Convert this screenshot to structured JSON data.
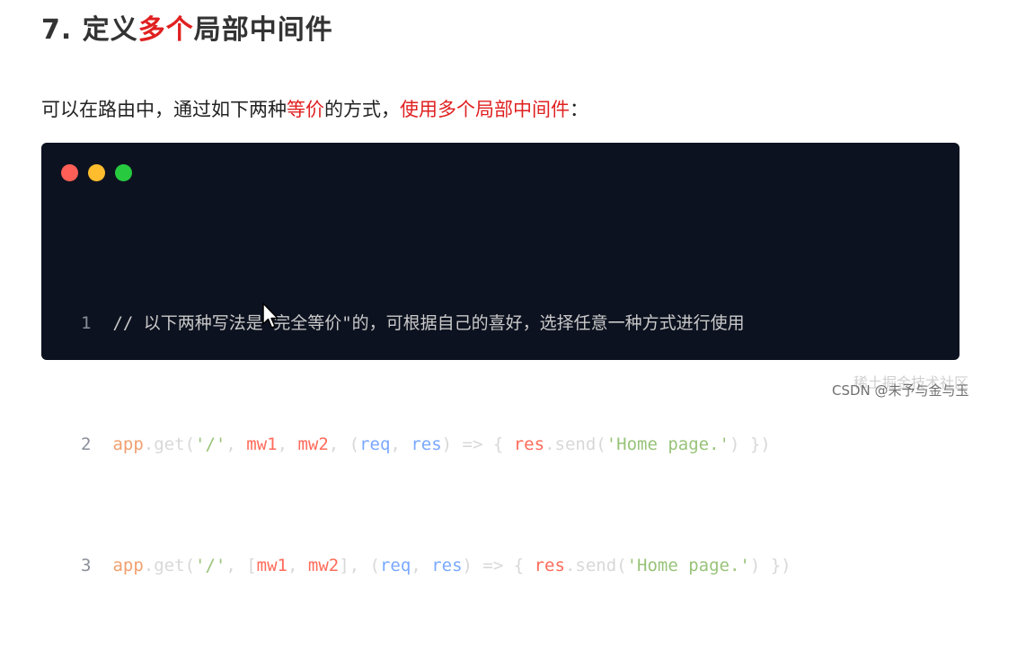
{
  "heading": {
    "prefix": "7. 定义",
    "highlight": "多个",
    "suffix": "局部中间件"
  },
  "intro": {
    "part1": "可以在路由中，通过如下两种",
    "highlight1": "等价",
    "part2": "的方式，",
    "highlight2": "使用多个局部中间件",
    "part3": "："
  },
  "code_panel": {
    "window_buttons": [
      "red",
      "yellow",
      "green"
    ],
    "lines": [
      {
        "number": "1",
        "comment": "// 以下两种写法是\"完全等价\"的，可根据自己的喜好，选择任意一种方式进行使用"
      },
      {
        "number": "2",
        "tokens": [
          "app",
          ".",
          "get",
          "(",
          "'/'",
          ", ",
          "mw1",
          ", ",
          "mw2",
          ", (",
          "req",
          ", ",
          "res",
          ") => { ",
          "res",
          ".send(",
          "'Home page.'",
          ") })"
        ]
      },
      {
        "number": "3",
        "tokens": [
          "app",
          ".",
          "get",
          "(",
          "'/'",
          ", [",
          "mw1",
          ", ",
          "mw2",
          "], (",
          "req",
          ", ",
          "res",
          ") => { ",
          "res",
          ".send(",
          "'Home page.'",
          ") })"
        ]
      }
    ]
  },
  "watermark": {
    "juejin": "稀土掘金技术社区",
    "csdn": "CSDN @未予与金与玉"
  },
  "colors": {
    "highlight_red": "#e02020",
    "code_bg": "#0d1220"
  }
}
